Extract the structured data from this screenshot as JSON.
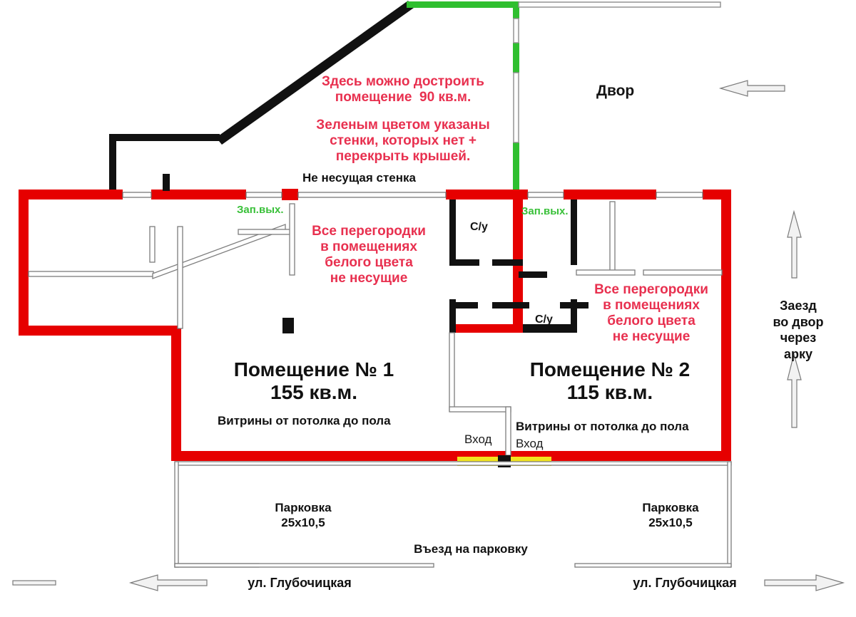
{
  "diagram": {
    "type": "floor-plan",
    "title": "Floor plan of two commercial premises with yard and parking",
    "colors": {
      "bearing_wall": "#e60000",
      "missing_wall": "#2fbf2f",
      "non_bearing_wall": "#111111",
      "partition": "#9a9a9a",
      "note_text": "#e8304f",
      "emergency_exit_text": "#39c039",
      "entrance_marker": "#f2e31e"
    },
    "notes": {
      "extend_building": "Здесь можно достроить\nпомещение  90 кв.м.",
      "green_legend": "Зеленым цветом указаны\nстенки, которых нет +\nперекрыть крышей.",
      "non_bearing_wall": "Не несущая стенка",
      "partitions_left": "Все перегородки\nв помещениях\nбелого цвета\nне несущие",
      "partitions_right": "Все перегородки\nв помещениях\nбелого цвета\nне несущие"
    },
    "areas": {
      "yard": "Двор",
      "arch_entry": "Заезд\nво двор\nчерез\nарку"
    },
    "rooms": [
      {
        "name": "Помещение № 1",
        "area": "155 кв.м.",
        "showcase": "Витрины от потолка до пола",
        "entrance": "Вход",
        "emergency_exit": "Зап.вых.",
        "wc": []
      },
      {
        "name": "Помещение № 2",
        "area": "115 кв.м.",
        "showcase": "Витрины от потолка до пола",
        "entrance": "Вход",
        "emergency_exit": "Зап.вых.",
        "wc": [
          "С/у",
          "С/у"
        ]
      }
    ],
    "wc_labels": {
      "top": "С/у",
      "bottom": "С/у"
    },
    "parking": {
      "left_label": "Парковка",
      "left_size": "25x10,5",
      "right_label": "Парковка",
      "right_size": "25x10,5",
      "entry": "Въезд на парковку"
    },
    "streets": {
      "left": "ул. Глубочицкая",
      "right": "ул. Глубочицкая"
    },
    "arrows": [
      {
        "name": "yard-arrow-left",
        "direction": "left"
      },
      {
        "name": "arch-arrow-up-top",
        "direction": "up"
      },
      {
        "name": "arch-arrow-up-bottom",
        "direction": "up"
      },
      {
        "name": "street-arrow-left",
        "direction": "left"
      },
      {
        "name": "street-arrow-right",
        "direction": "right"
      }
    ]
  }
}
